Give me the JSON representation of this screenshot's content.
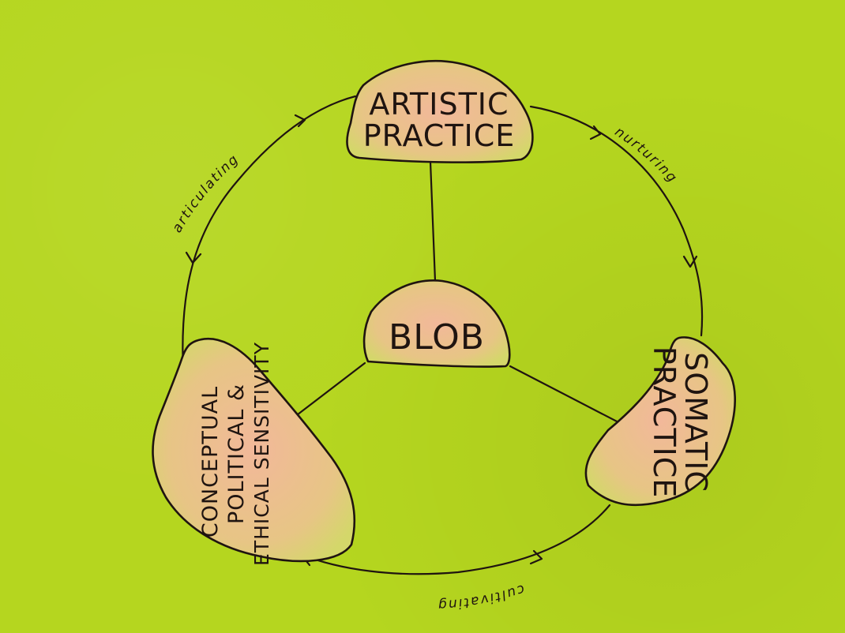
{
  "nodes": {
    "artistic": {
      "line1": "ARTISTIC",
      "line2": "PRACTICE"
    },
    "blob": {
      "label": "BLOB"
    },
    "somatic": {
      "line1": "SOMATIC",
      "line2": "PRACTICE"
    },
    "conceptual": {
      "line1": "CONCEPTUAL",
      "line2": "POLITICAL &",
      "line3": "ETHICAL SENSITIVITY"
    }
  },
  "edges": {
    "articulating": "articulating",
    "nurturing": "nurturing",
    "cultivating": "cultivating"
  },
  "colors": {
    "background": "#b5d61f",
    "blob_fill_center": "#f2b89a",
    "blob_fill_edge": "#d4d76a",
    "ink": "#1f1410"
  }
}
